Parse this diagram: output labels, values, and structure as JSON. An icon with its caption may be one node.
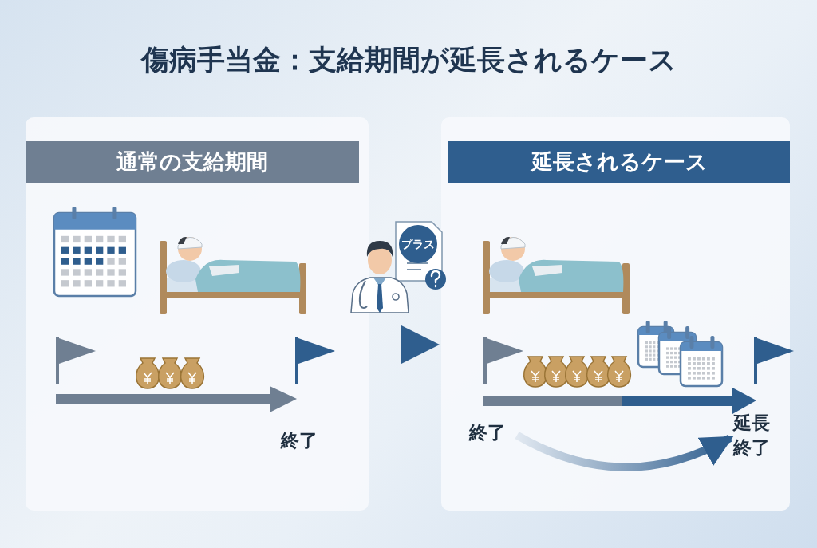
{
  "diagram": {
    "title": "傷病手当金：支給期間が延長されるケース",
    "nodes": [
      {
        "text": [
          "通常の支給期間"
        ]
      },
      {
        "text": [
          "プラス"
        ]
      },
      {
        "text": [
          "延長されるケース"
        ]
      },
      {
        "text": [
          "終了"
        ],
        "in": 2
      },
      {
        "text": [
          "延長終了"
        ],
        "in": 2
      }
    ],
    "edges": [
      {
        "from": 0,
        "to": 2,
        "arrow": "to"
      },
      {
        "from": 3,
        "to": 4,
        "arrow": "to"
      }
    ],
    "labels": [
      "終了"
    ]
  }
}
